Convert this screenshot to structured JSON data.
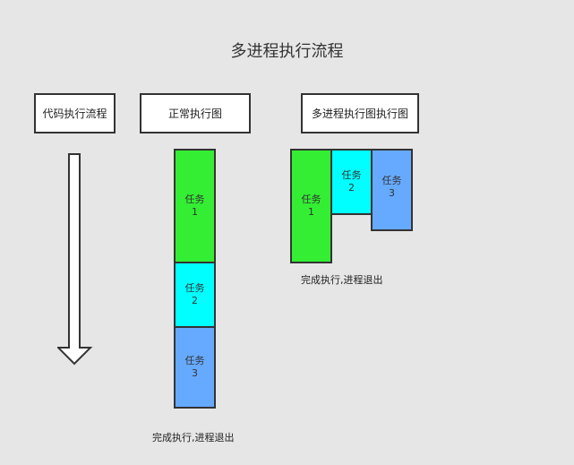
{
  "title": "多进程执行流程",
  "labels": {
    "code_flow": "代码执行流程",
    "normal_exec": "正常执行图",
    "multi_exec": "多进程执行图执行图"
  },
  "normal": {
    "tasks": [
      {
        "line1": "任务",
        "line2": "1",
        "color": "#33ee33"
      },
      {
        "line1": "任务",
        "line2": "2",
        "color": "#00ffff"
      },
      {
        "line1": "任务",
        "line2": "3",
        "color": "#66aaff"
      }
    ],
    "caption": "完成执行,进程退出"
  },
  "multi": {
    "tasks": [
      {
        "line1": "任务",
        "line2": "1",
        "color": "#33ee33"
      },
      {
        "line1": "任务",
        "line2": "2",
        "color": "#00ffff"
      },
      {
        "line1": "任务",
        "line2": "3",
        "color": "#66aaff"
      }
    ],
    "caption": "完成执行,进程退出"
  },
  "icons": {
    "arrow": "arrow-down-icon"
  }
}
